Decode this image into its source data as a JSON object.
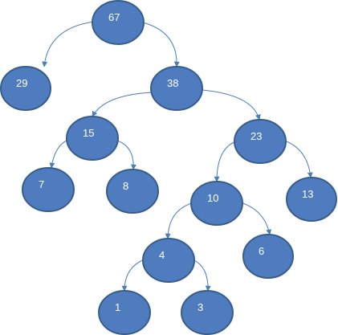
{
  "tree": {
    "nodes": [
      {
        "id": "n67",
        "label": "67"
      },
      {
        "id": "n29",
        "label": "29"
      },
      {
        "id": "n38",
        "label": "38"
      },
      {
        "id": "n15",
        "label": "15"
      },
      {
        "id": "n23",
        "label": "23"
      },
      {
        "id": "n7",
        "label": "7"
      },
      {
        "id": "n8",
        "label": "8"
      },
      {
        "id": "n10",
        "label": "10"
      },
      {
        "id": "n13",
        "label": "13"
      },
      {
        "id": "n4",
        "label": "4"
      },
      {
        "id": "n6",
        "label": "6"
      },
      {
        "id": "n1",
        "label": "1"
      },
      {
        "id": "n3",
        "label": "3"
      }
    ],
    "edges": [
      {
        "from": "n67",
        "to": "n29"
      },
      {
        "from": "n67",
        "to": "n38"
      },
      {
        "from": "n38",
        "to": "n15"
      },
      {
        "from": "n38",
        "to": "n23"
      },
      {
        "from": "n15",
        "to": "n7"
      },
      {
        "from": "n15",
        "to": "n8"
      },
      {
        "from": "n23",
        "to": "n10"
      },
      {
        "from": "n23",
        "to": "n13"
      },
      {
        "from": "n10",
        "to": "n4"
      },
      {
        "from": "n10",
        "to": "n6"
      },
      {
        "from": "n4",
        "to": "n1"
      },
      {
        "from": "n4",
        "to": "n3"
      }
    ]
  },
  "colors": {
    "node_fill": "#4f7cbe",
    "node_stroke": "#385d8a",
    "edge": "#4a7ebb",
    "label": "#ffffff"
  }
}
